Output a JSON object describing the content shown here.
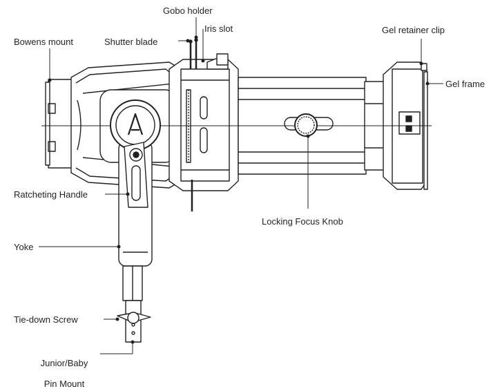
{
  "labels": {
    "gobo_holder": "Gobo holder",
    "iris_slot": "Iris slot",
    "bowens_mount": "Bowens mount",
    "shutter_blade": "Shutter blade",
    "gel_retainer_clip": "Gel retainer clip",
    "gel_frame": "Gel frame",
    "ratcheting_handle": "Ratcheting Handle",
    "locking_focus_knob": "Locking Focus Knob",
    "yoke": "Yoke",
    "tie_down_screw": "Tie-down Screw",
    "pin_mount_line1": "Junior/Baby",
    "pin_mount_line2": "Pin Mount"
  },
  "colors": {
    "stroke": "#231f20",
    "dark_fill": "#3a3a3a",
    "leader": "#231f20"
  }
}
